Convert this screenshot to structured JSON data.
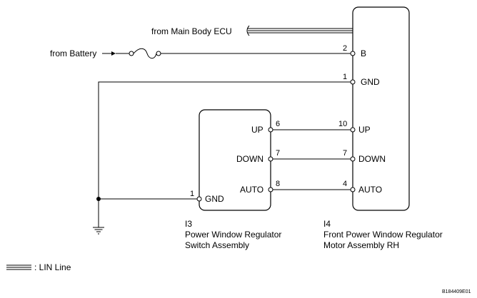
{
  "sources": {
    "main_body_ecu": "from Main Body ECU",
    "battery": "from Battery"
  },
  "ecu_connector": {
    "code": "I4",
    "name_line1": "Front Power Window Regulator",
    "name_line2": "Motor Assembly RH",
    "pins": [
      {
        "number": "2",
        "label": "B"
      },
      {
        "number": "1",
        "label": "GND"
      },
      {
        "number": "10",
        "label": "UP"
      },
      {
        "number": "7",
        "label": "DOWN"
      },
      {
        "number": "4",
        "label": "AUTO"
      }
    ]
  },
  "switch_connector": {
    "code": "I3",
    "name_line1": "Power Window Regulator",
    "name_line2": "Switch Assembly",
    "pins": [
      {
        "number": "6",
        "label": "UP"
      },
      {
        "number": "7",
        "label": "DOWN"
      },
      {
        "number": "8",
        "label": "AUTO"
      },
      {
        "number": "1",
        "label": "GND"
      }
    ]
  },
  "legend": {
    "lin_line": ": LIN Line"
  },
  "figure_code": "B184409E01"
}
